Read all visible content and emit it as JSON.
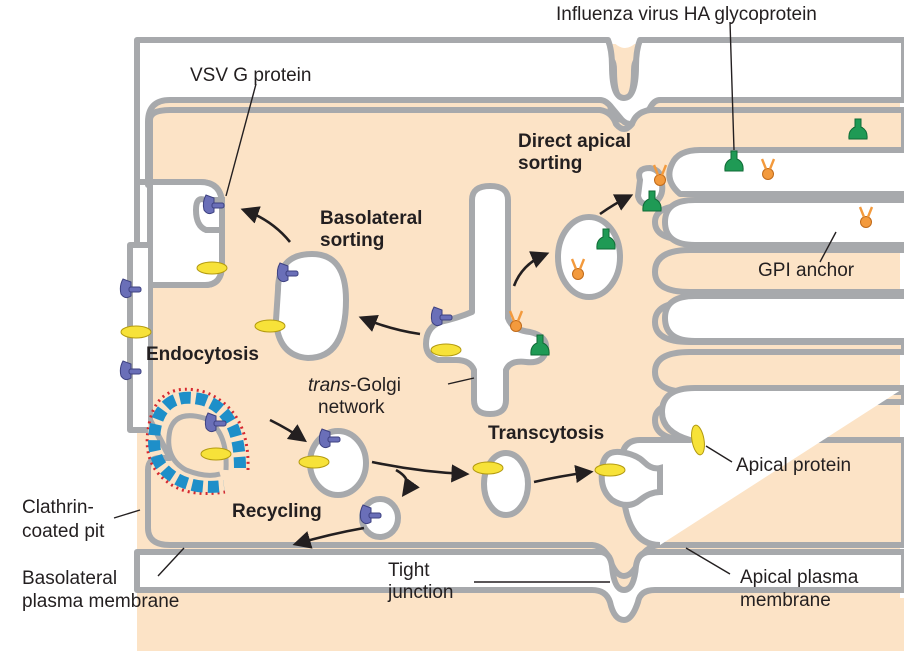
{
  "labels": {
    "influenza": "Influenza virus HA glycoprotein",
    "vsv": "VSV G protein",
    "direct_apical_1": "Direct apical",
    "direct_apical_2": "sorting",
    "basolateral_sorting_1": "Basolateral",
    "basolateral_sorting_2": "sorting",
    "gpi_anchor": "GPI anchor",
    "endocytosis": "Endocytosis",
    "trans_golgi_italic": "trans",
    "trans_golgi_rest": "-Golgi",
    "network": "network",
    "transcytosis": "Transcytosis",
    "apical_protein": "Apical protein",
    "clathrin_1": "Clathrin-",
    "clathrin_2": "coated pit",
    "recycling": "Recycling",
    "basolateral_pm_1": "Basolateral",
    "basolateral_pm_2": "plasma membrane",
    "tight_1": "Tight",
    "tight_2": "junction",
    "apical_pm_1": "Apical plasma",
    "apical_pm_2": "membrane"
  },
  "colors": {
    "cytoplasm": "#fce3c6",
    "membrane": "#a7a9ac",
    "lumen": "#ffffff",
    "vsv_protein": "#6a6fb8",
    "ha_protein": "#1f9a55",
    "gpi_protein": "#f39a3d",
    "apical_protein": "#f7e239",
    "clathrin_lattice": "#1e8fc9",
    "clathrin_spikes": "#d6282f",
    "arrow": "#231f20",
    "text": "#231f20"
  },
  "icons": [
    "arrow-icon",
    "vsv-g-protein-icon",
    "ha-glycoprotein-icon",
    "gpi-anchor-icon",
    "apical-protein-icon",
    "clathrin-coat-icon"
  ]
}
